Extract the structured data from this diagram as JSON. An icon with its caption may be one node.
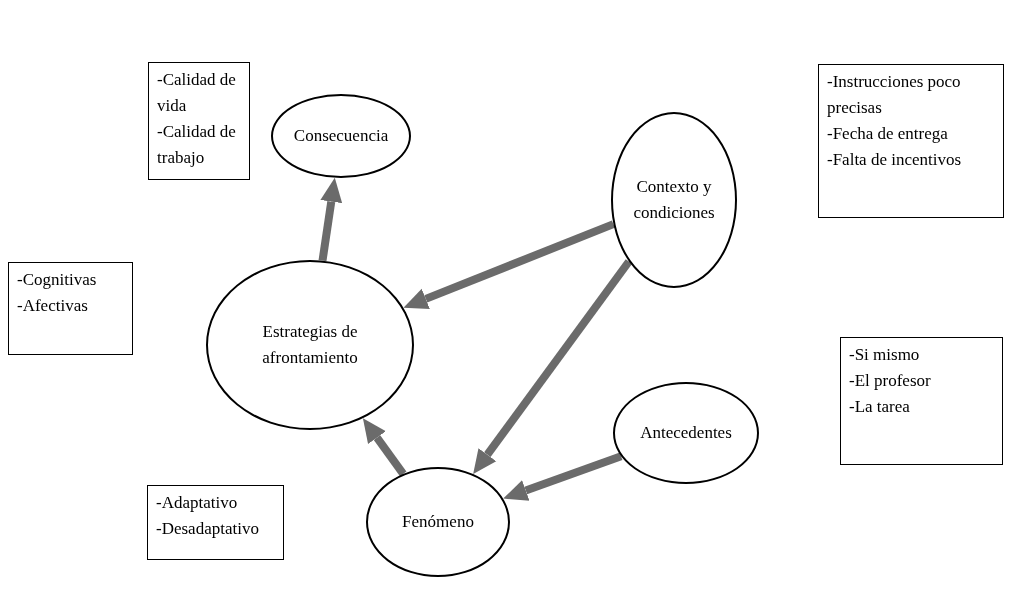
{
  "diagram": {
    "nodes": [
      {
        "text": [
          "-Calidad de vida",
          "-Calidad de trabajo"
        ]
      },
      {
        "text": [
          "Consecuencia"
        ]
      },
      {
        "text": [
          "-Instrucciones poco precisas",
          "-Fecha de entrega",
          "-Falta de incentivos"
        ]
      },
      {
        "text": [
          "Contexto y condiciones"
        ]
      },
      {
        "text": [
          "-Cognitivas",
          "-Afectivas"
        ]
      },
      {
        "text": [
          "Estrategias de afrontamiento"
        ]
      },
      {
        "text": [
          "-Si mismo",
          "-El profesor",
          "-La tarea"
        ]
      },
      {
        "text": [
          "Antecedentes"
        ]
      },
      {
        "text": [
          "-Adaptativo",
          "-Desadaptativo"
        ]
      },
      {
        "text": [
          "Fenómeno"
        ]
      }
    ],
    "edges": [
      {
        "from": 5,
        "to": 1,
        "arrow": "to"
      },
      {
        "from": 3,
        "to": 5,
        "arrow": "to"
      },
      {
        "from": 3,
        "to": 9,
        "arrow": "to"
      },
      {
        "from": 7,
        "to": 9,
        "arrow": "to"
      },
      {
        "from": 9,
        "to": 5,
        "arrow": "to"
      }
    ]
  }
}
